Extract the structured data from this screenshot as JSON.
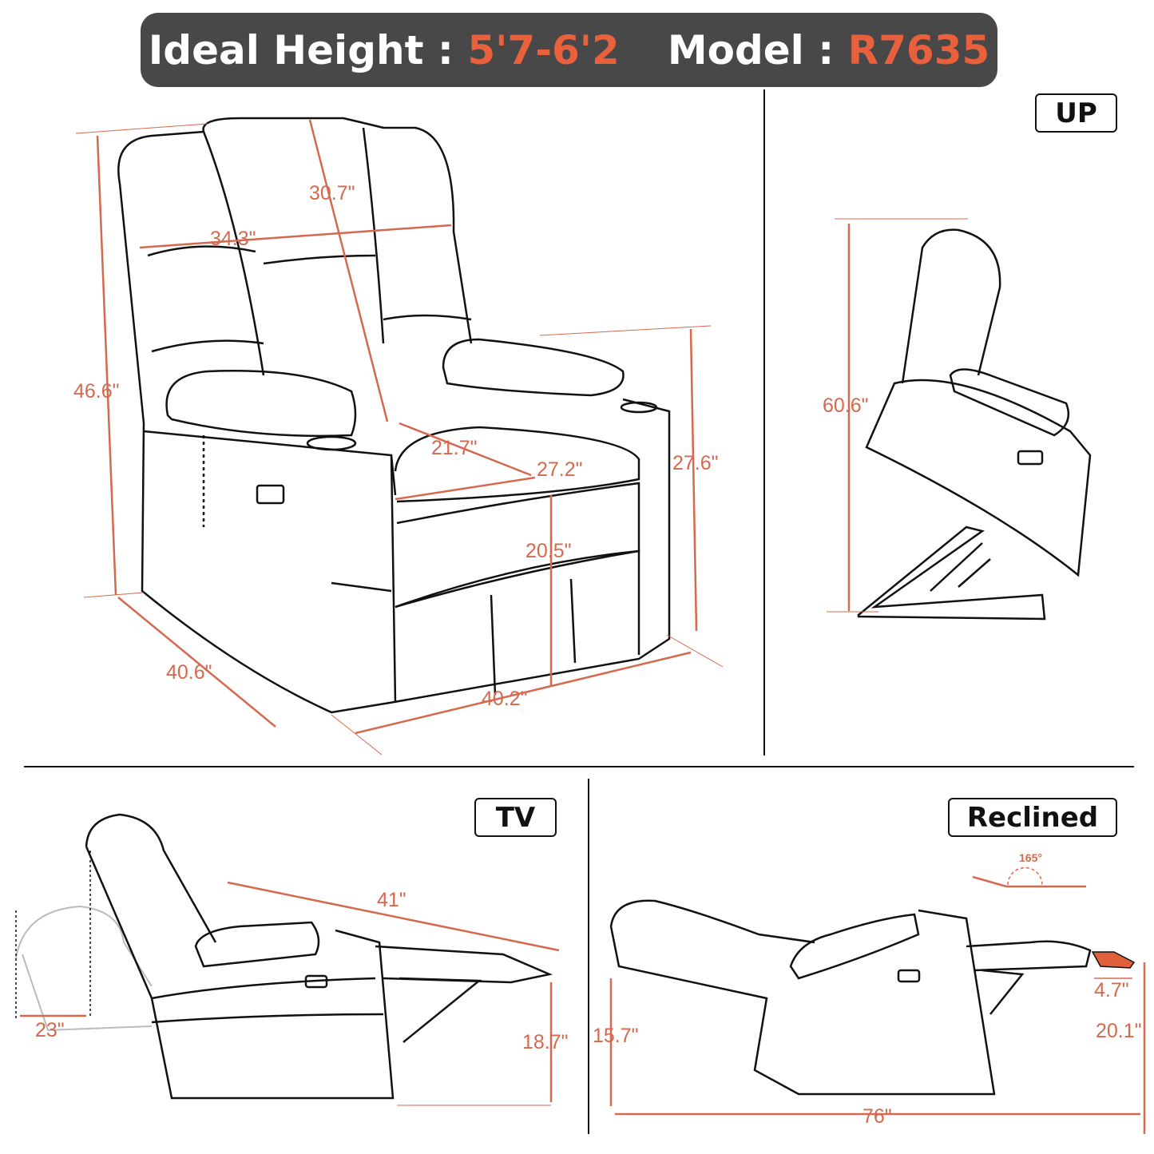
{
  "header": {
    "height_label": "Ideal Height :",
    "height_value": "5'7-6'2",
    "model_label": "Model :",
    "model_value": "R7635"
  },
  "colors": {
    "header_bg": "#484848",
    "accent": "#e8603c",
    "dimension": "#d4694e",
    "outline": "#111111"
  },
  "views": {
    "front": {
      "dims": [
        "30.7\"",
        "34.3\"",
        "46.6\"",
        "21.7\"",
        "27.2\"",
        "27.6\"",
        "20.5\"",
        "40.6\"",
        "40.2\""
      ]
    },
    "up": {
      "label": "UP",
      "dims": [
        "60.6\""
      ]
    },
    "tv": {
      "label": "TV",
      "dims": [
        "41\"",
        "23\"",
        "18.7\""
      ]
    },
    "reclined": {
      "label": "Reclined",
      "angle": "165°",
      "dims": [
        "4.7\"",
        "20.1\"",
        "15.7\"",
        "76\""
      ]
    }
  }
}
